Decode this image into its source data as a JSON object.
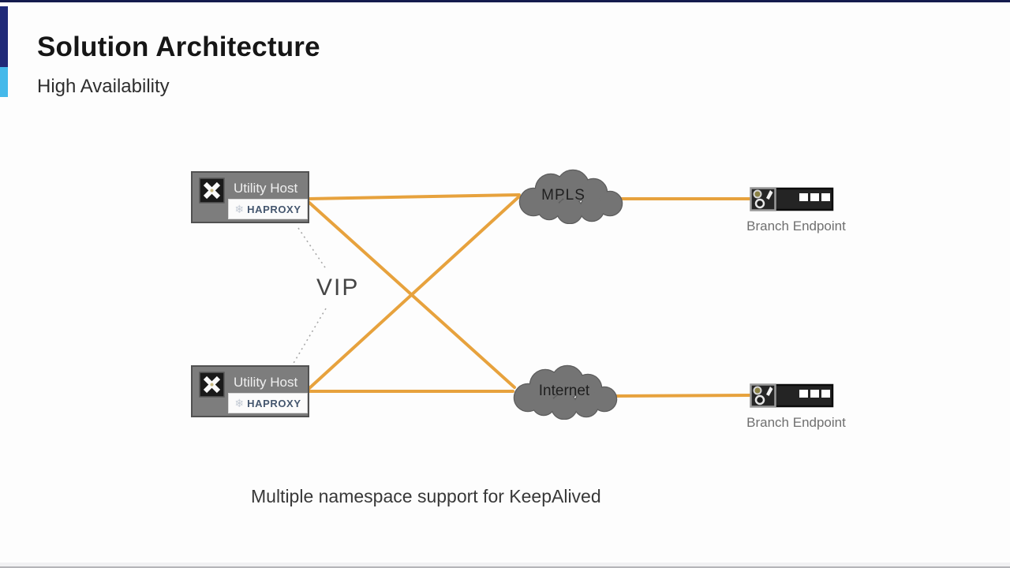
{
  "slide": {
    "title": "Solution Architecture",
    "subtitle": "High Availability",
    "caption": "Multiple namespace support for KeepAlived"
  },
  "diagram": {
    "vip_label": "VIP",
    "hosts": [
      {
        "label": "Utility Host",
        "badge": "HAPROXY",
        "badge_icon": "❄"
      },
      {
        "label": "Utility Host",
        "badge": "HAPROXY",
        "badge_icon": "❄"
      }
    ],
    "clouds": [
      {
        "label": "MPLS"
      },
      {
        "label": "Internet"
      }
    ],
    "endpoints": [
      {
        "label": "Branch Endpoint"
      },
      {
        "label": "Branch Endpoint"
      }
    ]
  },
  "colors": {
    "accent_navy": "#202a78",
    "accent_light_blue": "#45b9ea",
    "connector_orange": "#e7a23d",
    "node_gray": "#7d7d7d",
    "cloud_gray": "#747474"
  }
}
